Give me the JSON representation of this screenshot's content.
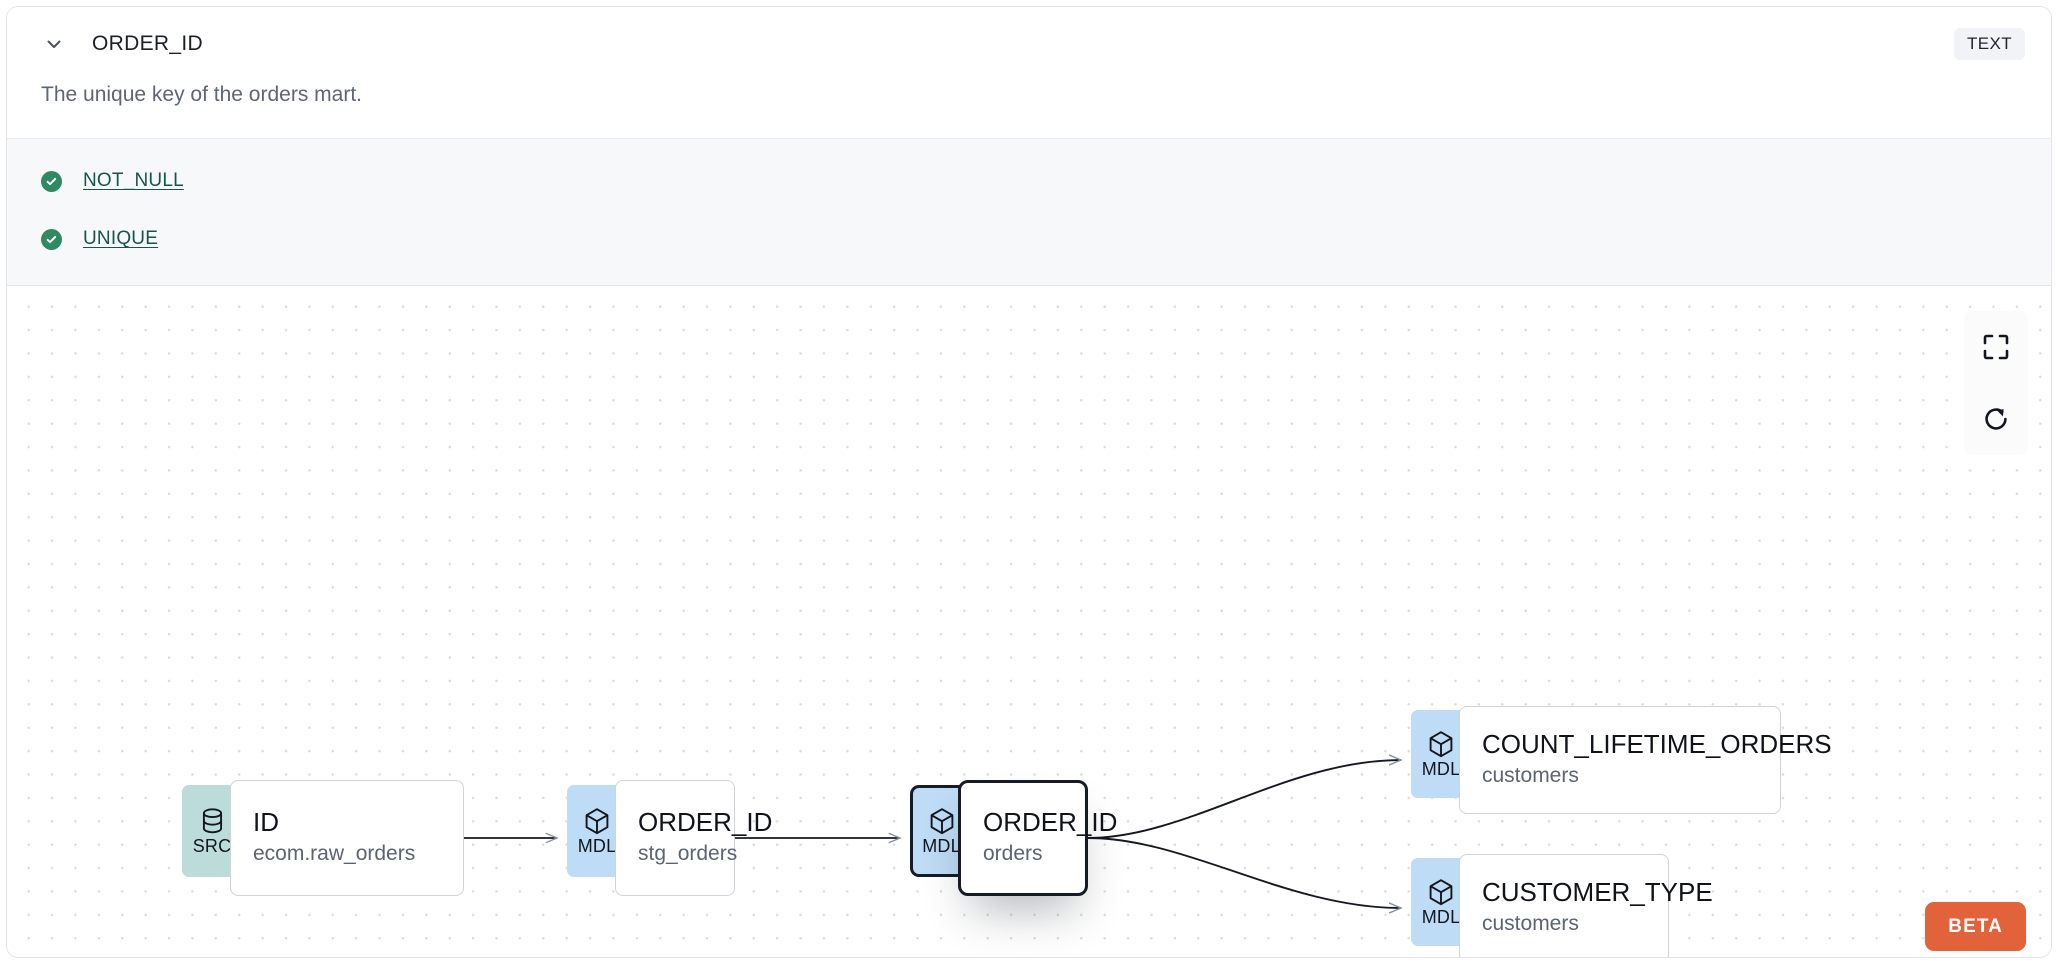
{
  "header": {
    "chevron_icon": "chevron-down-icon",
    "title": "ORDER_ID",
    "type_badge": "TEXT"
  },
  "description": "The unique key of the orders mart.",
  "tests": [
    {
      "status_icon": "check-circle-icon",
      "label": "NOT_NULL"
    },
    {
      "status_icon": "check-circle-icon",
      "label": "UNIQUE"
    }
  ],
  "lineage": {
    "nodes": [
      {
        "id": "src",
        "badge": "SRC",
        "badge_icon": "database-icon",
        "name": "ID",
        "sub": "ecom.raw_orders",
        "selected": false
      },
      {
        "id": "stg",
        "badge": "MDL",
        "badge_icon": "cube-icon",
        "name": "ORDER_ID",
        "sub": "stg_orders",
        "selected": false
      },
      {
        "id": "orders",
        "badge": "MDL",
        "badge_icon": "cube-icon",
        "name": "ORDER_ID",
        "sub": "orders",
        "selected": true
      },
      {
        "id": "count",
        "badge": "MDL",
        "badge_icon": "cube-icon",
        "name": "COUNT_LIFETIME_ORDERS",
        "sub": "customers",
        "selected": false
      },
      {
        "id": "ctype",
        "badge": "MDL",
        "badge_icon": "cube-icon",
        "name": "CUSTOMER_TYPE",
        "sub": "customers",
        "selected": false
      }
    ],
    "edges": [
      {
        "from": "src",
        "to": "stg"
      },
      {
        "from": "stg",
        "to": "orders"
      },
      {
        "from": "orders",
        "to": "count"
      },
      {
        "from": "orders",
        "to": "ctype"
      }
    ]
  },
  "controls": [
    {
      "id": "fit-view",
      "icon": "fit-view-icon"
    },
    {
      "id": "refresh",
      "icon": "refresh-icon"
    }
  ],
  "beta_label": "BETA",
  "colors": {
    "badge_src": "#bcdcd9",
    "badge_mdl": "#bedcf5",
    "test_pass": "#2f8a62",
    "test_link": "#17554c",
    "beta": "#e2623c",
    "selected_border": "#161b26"
  }
}
